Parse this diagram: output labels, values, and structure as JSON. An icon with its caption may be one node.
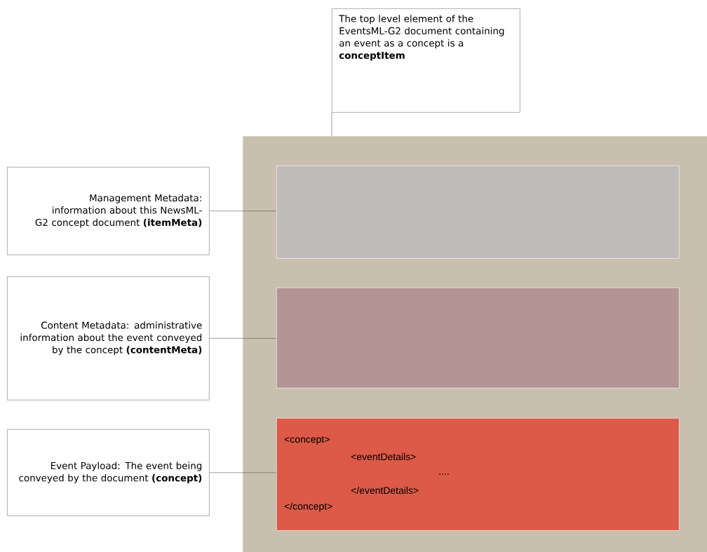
{
  "diagram": {
    "nodes": [
      {
        "text": [
          "The top level element of the EventsML-G2 document containing an event as a concept is a **conceptItem**"
        ]
      },
      {
        "text": [],
        "shape": "box"
      },
      {
        "text": [],
        "shape": "box",
        "in": 1
      },
      {
        "text": [],
        "shape": "box",
        "in": 1
      },
      {
        "text": [
          "<concept>",
          "<eventDetails>",
          "....",
          "</eventDetails>",
          "</concept>"
        ],
        "in": 1
      },
      {
        "text": [
          "Management Metadata: information about this NewsML-G2 concept document **(itemMeta)**"
        ]
      },
      {
        "text": [
          "Content Metadata: administrative information about the event conveyed by the concept **(contentMeta)**"
        ]
      },
      {
        "text": [
          "Event Payload: The event being conveyed by the document **(concept)**"
        ]
      }
    ],
    "edges": [
      {
        "from": 0,
        "to": 1,
        "arrow": "none"
      },
      {
        "from": 5,
        "to": 2,
        "arrow": "none"
      },
      {
        "from": 6,
        "to": 3,
        "arrow": "none"
      },
      {
        "from": 7,
        "to": 4,
        "arrow": "none"
      }
    ]
  }
}
